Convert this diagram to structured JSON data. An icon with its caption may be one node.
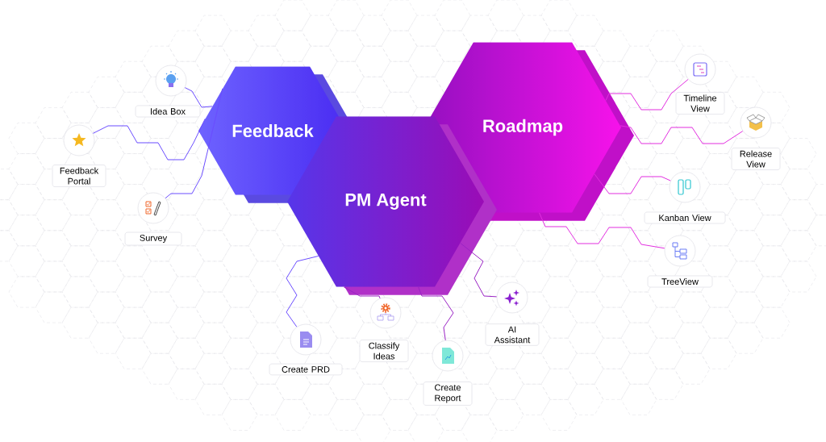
{
  "diagram": {
    "nodes": [
      {
        "text": [
          "Feedback"
        ]
      },
      {
        "text": [
          "Roadmap"
        ]
      },
      {
        "text": [
          "PM Agent"
        ]
      },
      {
        "text": [
          "Idea Box"
        ]
      },
      {
        "text": [
          "Feedback Portal"
        ]
      },
      {
        "text": [
          "Survey"
        ]
      },
      {
        "text": [
          "Timeline View"
        ]
      },
      {
        "text": [
          "Release View"
        ]
      },
      {
        "text": [
          "Kanban View"
        ]
      },
      {
        "text": [
          "TreeView"
        ]
      },
      {
        "text": [
          "Create PRD"
        ]
      },
      {
        "text": [
          "Classify Ideas"
        ]
      },
      {
        "text": [
          "Create Report"
        ]
      },
      {
        "text": [
          "AI Assistant"
        ]
      }
    ],
    "edges": [
      {
        "from": 0,
        "to": 3,
        "arrow": "none"
      },
      {
        "from": 0,
        "to": 4,
        "arrow": "none"
      },
      {
        "from": 0,
        "to": 5,
        "arrow": "none"
      },
      {
        "from": 1,
        "to": 6,
        "arrow": "none",
        "color": "#e22ee0"
      },
      {
        "from": 1,
        "to": 7,
        "arrow": "none",
        "color": "#e22ee0"
      },
      {
        "from": 1,
        "to": 8,
        "arrow": "none",
        "color": "#e22ee0"
      },
      {
        "from": 1,
        "to": 9,
        "arrow": "none",
        "color": "#e22ee0"
      },
      {
        "from": 2,
        "to": 10,
        "arrow": "none"
      },
      {
        "from": 2,
        "to": 11,
        "arrow": "none",
        "color": "#9a22c4"
      },
      {
        "from": 2,
        "to": 12,
        "arrow": "none",
        "color": "#9a22c4"
      },
      {
        "from": 2,
        "to": 13,
        "arrow": "none",
        "color": "#9a22c4"
      }
    ]
  }
}
